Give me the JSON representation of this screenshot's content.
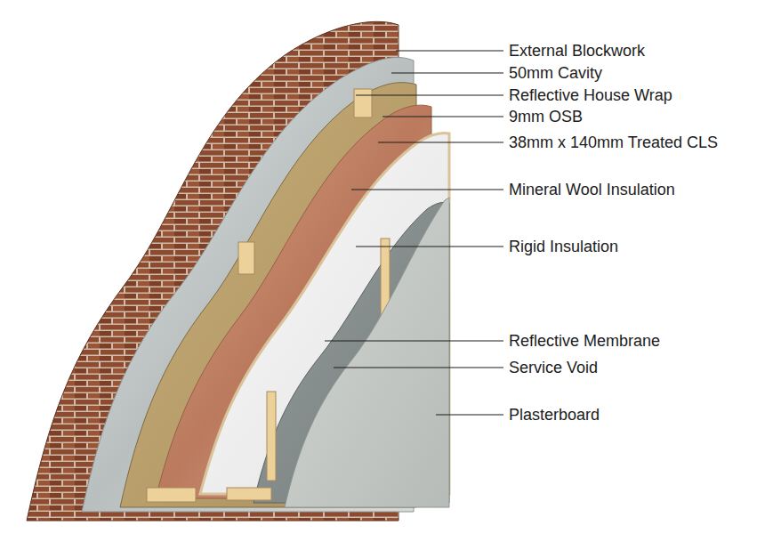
{
  "diagram": {
    "labels": [
      "External Blockwork",
      "50mm Cavity",
      "Reflective House Wrap",
      "9mm OSB",
      "38mm x 140mm Treated CLS",
      "Mineral Wool Insulation",
      "Rigid Insulation",
      "Reflective Membrane",
      "Service Void",
      "Plasterboard"
    ]
  }
}
